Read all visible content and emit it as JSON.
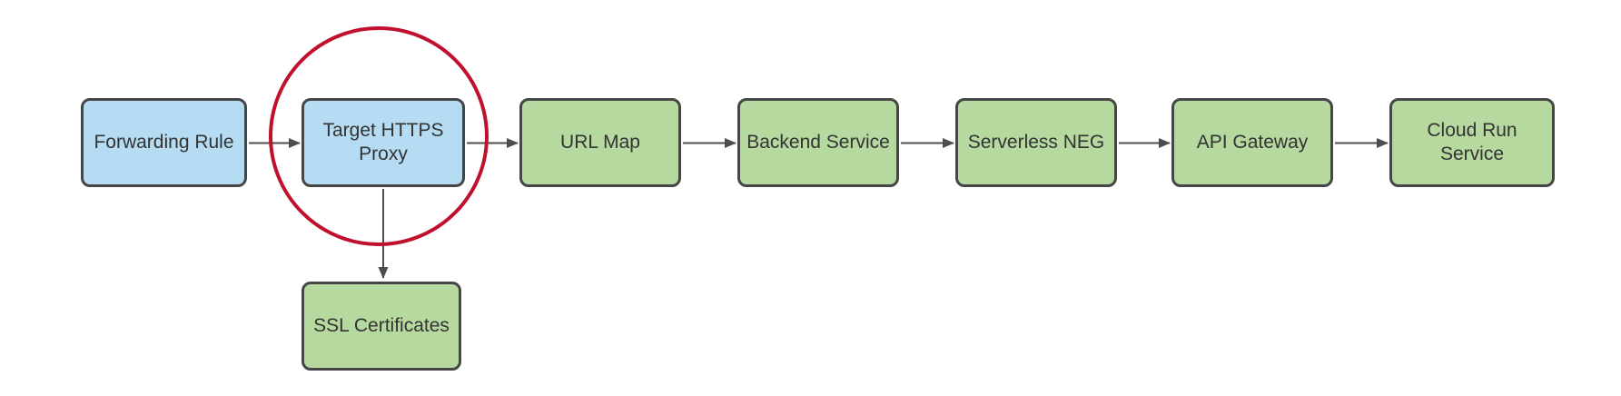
{
  "diagram": {
    "type": "flowchart",
    "background": "#ffffff",
    "nodes": [
      {
        "id": "forwarding-rule",
        "label": "Forwarding Rule",
        "fill": "blue"
      },
      {
        "id": "target-https-proxy",
        "label": "Target HTTPS\nProxy",
        "fill": "blue",
        "annotation": "red-circle-highlight"
      },
      {
        "id": "url-map",
        "label": "URL Map",
        "fill": "green"
      },
      {
        "id": "backend-service",
        "label": "Backend Service",
        "fill": "green"
      },
      {
        "id": "serverless-neg",
        "label": "Serverless NEG",
        "fill": "green"
      },
      {
        "id": "api-gateway",
        "label": "API Gateway",
        "fill": "green"
      },
      {
        "id": "cloud-run-service",
        "label": "Cloud Run\nService",
        "fill": "green"
      },
      {
        "id": "ssl-certificates",
        "label": "SSL Certificates",
        "fill": "green"
      }
    ],
    "edges": [
      {
        "from": "forwarding-rule",
        "to": "target-https-proxy",
        "direction": "right"
      },
      {
        "from": "target-https-proxy",
        "to": "url-map",
        "direction": "right"
      },
      {
        "from": "url-map",
        "to": "backend-service",
        "direction": "right"
      },
      {
        "from": "backend-service",
        "to": "serverless-neg",
        "direction": "right"
      },
      {
        "from": "serverless-neg",
        "to": "api-gateway",
        "direction": "right"
      },
      {
        "from": "api-gateway",
        "to": "cloud-run-service",
        "direction": "right"
      },
      {
        "from": "target-https-proxy",
        "to": "ssl-certificates",
        "direction": "down"
      }
    ],
    "colors": {
      "node_blue_fill": "#b5dcf3",
      "node_green_fill": "#b6d9a0",
      "node_border": "#464646",
      "arrow": "#4d4d4d",
      "text": "#333333",
      "highlight_circle": "#c0102d"
    }
  }
}
